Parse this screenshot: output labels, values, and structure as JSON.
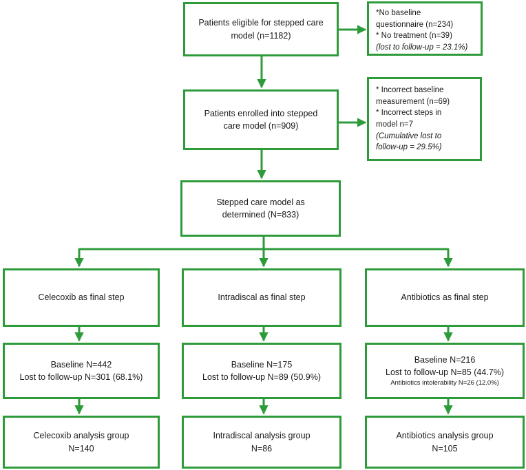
{
  "eligible": {
    "line1": "Patients eligible for stepped care",
    "line2": "model (n=1182)"
  },
  "exclusion1": {
    "item1_a": "*No baseline",
    "item1_b": "questionnaire (n=234)",
    "item2": "* No treatment (n=39)",
    "lost": "(lost to follow-up = 23.1%)"
  },
  "enrolled": {
    "line1": "Patients enrolled into stepped",
    "line2": "care model (n=909)"
  },
  "exclusion2": {
    "item1_a": "* Incorrect baseline",
    "item1_b": "measurement (n=69)",
    "item2_a": "* Incorrect steps in",
    "item2_b": "model n=7",
    "lost_a": "(Cumulative lost to",
    "lost_b": "follow-up = 29.5%)"
  },
  "determined": {
    "line1": "Stepped care model as",
    "line2": "determined (N=833)"
  },
  "branches": [
    {
      "final_step": "Celecoxib as final step",
      "baseline": "Baseline N=442",
      "lost": "Lost to follow-up N=301 (68.1%)",
      "analysis": "Celecoxib analysis group",
      "analysis_n": "N=140"
    },
    {
      "final_step": "Intradiscal as final step",
      "baseline": "Baseline N=175",
      "lost": "Lost to follow-up N=89 (50.9%)",
      "analysis": "Intradiscal analysis group",
      "analysis_n": "N=86"
    },
    {
      "final_step": "Antibiotics as final step",
      "baseline": "Baseline N=216",
      "lost": "Lost to follow-up N=85 (44.7%)",
      "extra": "Antibiotics intolerability N=26 (12.0%)",
      "analysis": "Antibiotics analysis group",
      "analysis_n": "N=105"
    }
  ],
  "colors": {
    "border": "#2e9b3a",
    "arrow": "#2e9b3a"
  }
}
